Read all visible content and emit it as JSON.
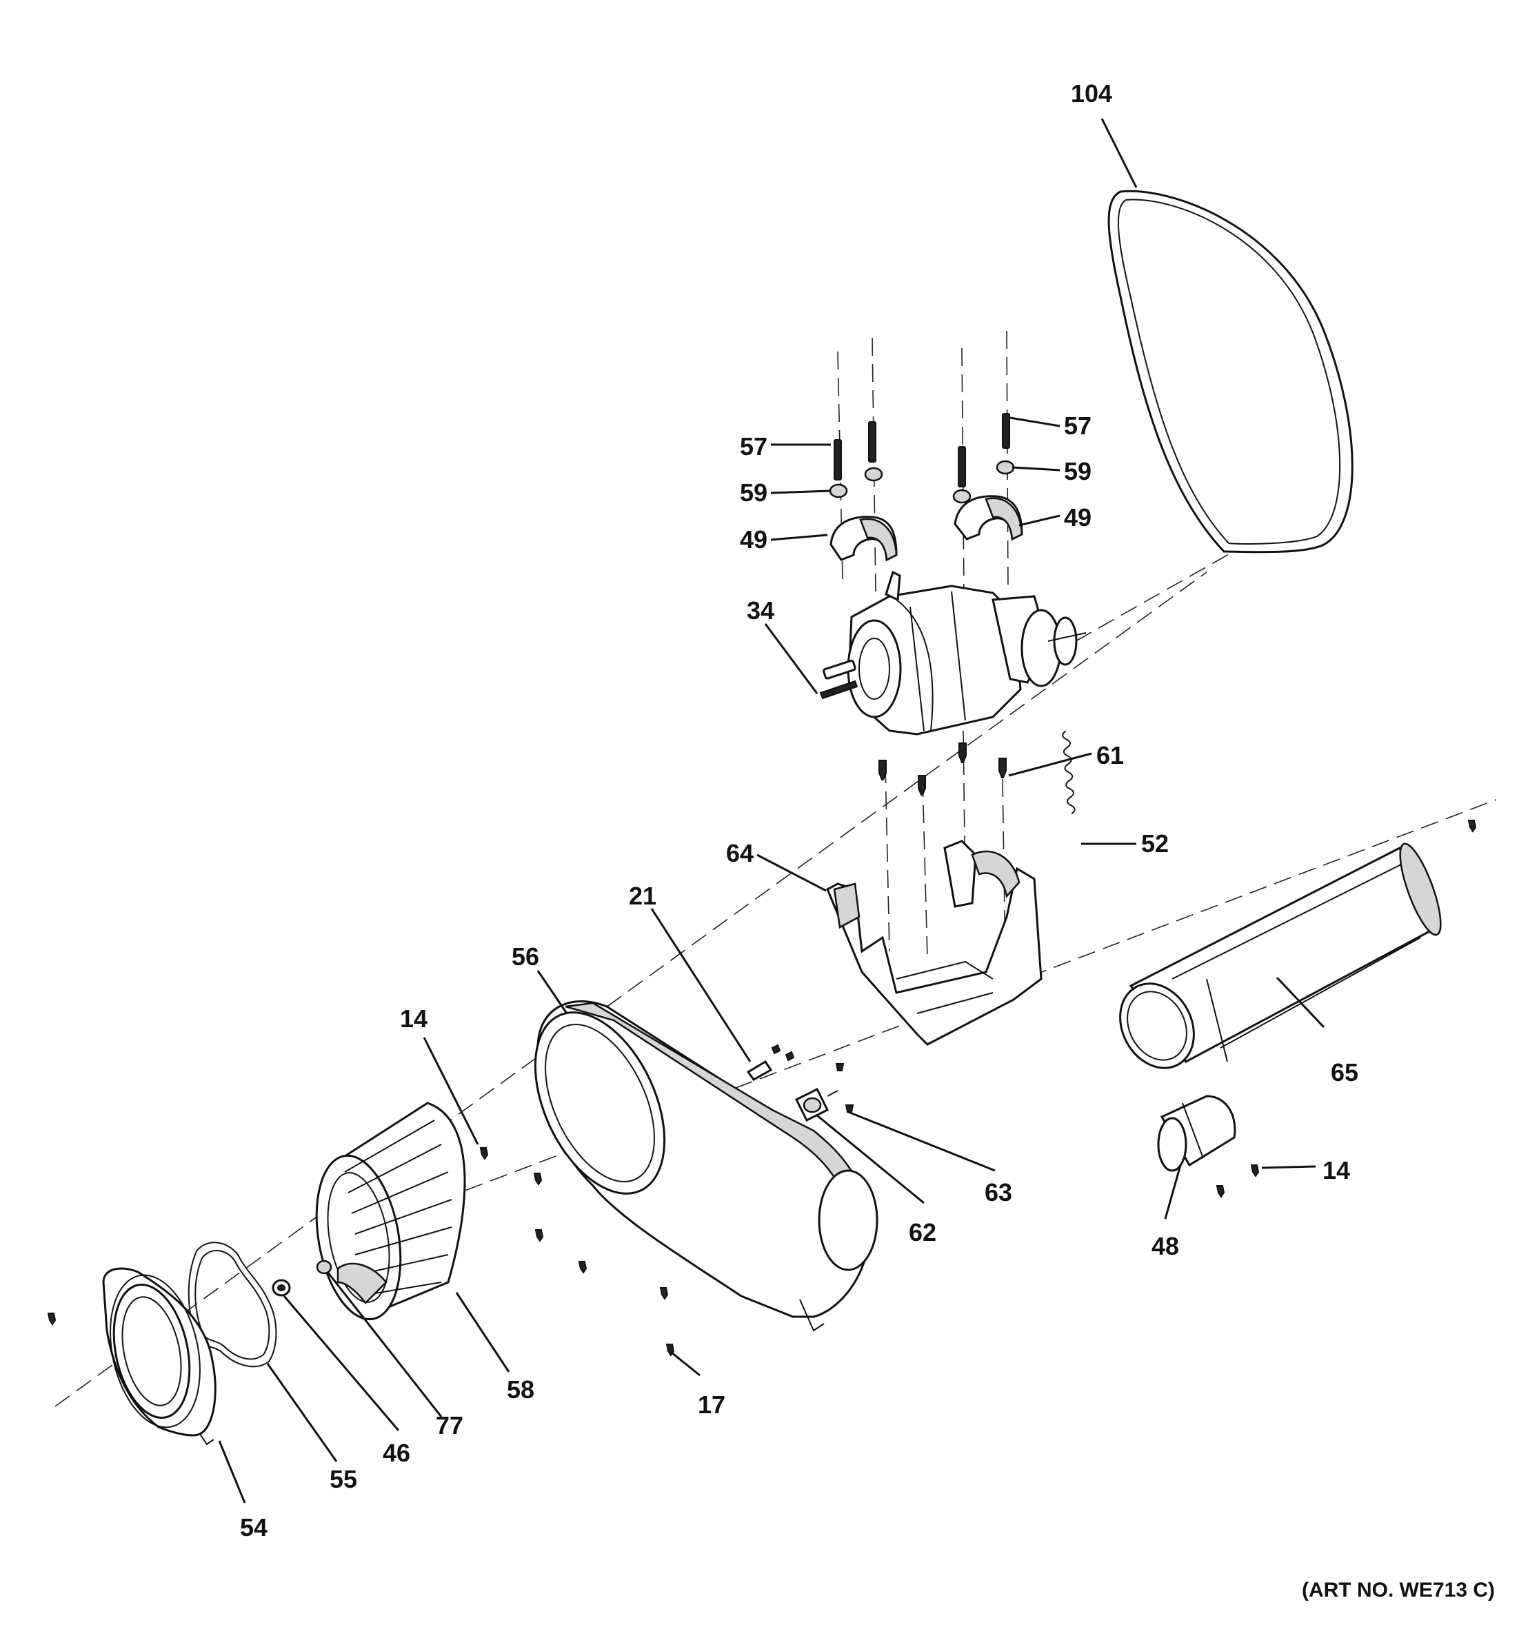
{
  "diagram": {
    "part_numbers": [
      "104",
      "57",
      "57",
      "59",
      "59",
      "49",
      "49",
      "34",
      "61",
      "52",
      "64",
      "21",
      "56",
      "14",
      "65",
      "63",
      "62",
      "14",
      "48",
      "58",
      "77",
      "46",
      "55",
      "54",
      "17"
    ],
    "art_number": "(ART NO. WE713 C)"
  }
}
